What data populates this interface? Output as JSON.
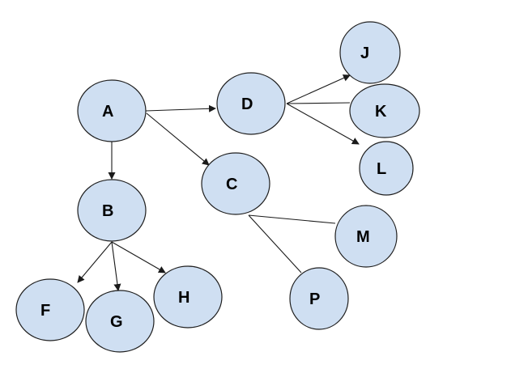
{
  "style": {
    "node_fill": "#cfdff2",
    "node_stroke": "#1f1f1f",
    "edge_color": "#1a1a1a",
    "background": "#ffffff"
  },
  "nodes": [
    {
      "id": "A",
      "label": "A"
    },
    {
      "id": "B",
      "label": "B"
    },
    {
      "id": "C",
      "label": "C"
    },
    {
      "id": "D",
      "label": "D"
    },
    {
      "id": "F",
      "label": "F"
    },
    {
      "id": "G",
      "label": "G"
    },
    {
      "id": "H",
      "label": "H"
    },
    {
      "id": "J",
      "label": "J"
    },
    {
      "id": "K",
      "label": "K"
    },
    {
      "id": "L",
      "label": "L"
    },
    {
      "id": "M",
      "label": "M"
    },
    {
      "id": "P",
      "label": "P"
    }
  ],
  "edges": [
    {
      "from": "A",
      "to": "D",
      "arrow": true
    },
    {
      "from": "A",
      "to": "C",
      "arrow": true
    },
    {
      "from": "A",
      "to": "B",
      "arrow": true
    },
    {
      "from": "D",
      "to": "J",
      "arrow": true
    },
    {
      "from": "D",
      "to": "K",
      "arrow": false
    },
    {
      "from": "D",
      "to": "L",
      "arrow": true
    },
    {
      "from": "B",
      "to": "F",
      "arrow": true
    },
    {
      "from": "B",
      "to": "G",
      "arrow": true
    },
    {
      "from": "B",
      "to": "H",
      "arrow": true
    },
    {
      "from": "C",
      "to": "M",
      "arrow": false
    },
    {
      "from": "C",
      "to": "P",
      "arrow": false
    }
  ]
}
